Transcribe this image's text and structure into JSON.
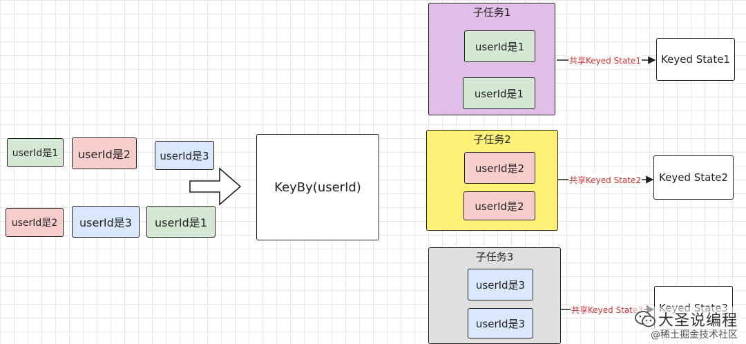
{
  "input_records_row1": [
    "userId是1",
    "userId是2",
    "userId是3"
  ],
  "input_records_row2": [
    "userId是2",
    "userId是3",
    "userId是1"
  ],
  "keyby": {
    "label": "KeyBy(userId)"
  },
  "subtasks": [
    {
      "title": "子任务1",
      "records": [
        "userId是1",
        "userId是1"
      ],
      "share_label": "共享Keyed State1",
      "state": "Keyed State1"
    },
    {
      "title": "子任务2",
      "records": [
        "userId是2",
        "userId是2"
      ],
      "share_label": "共享Keyed State2",
      "state": "Keyed State2"
    },
    {
      "title": "子任务3",
      "records": [
        "userId是3",
        "userId是3"
      ],
      "share_label": "共享Keyed State3",
      "state": "Keyed State3"
    }
  ],
  "watermark": {
    "brand": "大圣说编程",
    "sub": "@稀土掘金技术社区"
  },
  "colors": {
    "green": "#d5e8d4",
    "pink": "#f8cecc",
    "blue": "#dae8fc",
    "purple": "#e1bee7",
    "yellow": "#fff176",
    "gray": "#e0e0e0",
    "share_label": "#d32f2f"
  }
}
